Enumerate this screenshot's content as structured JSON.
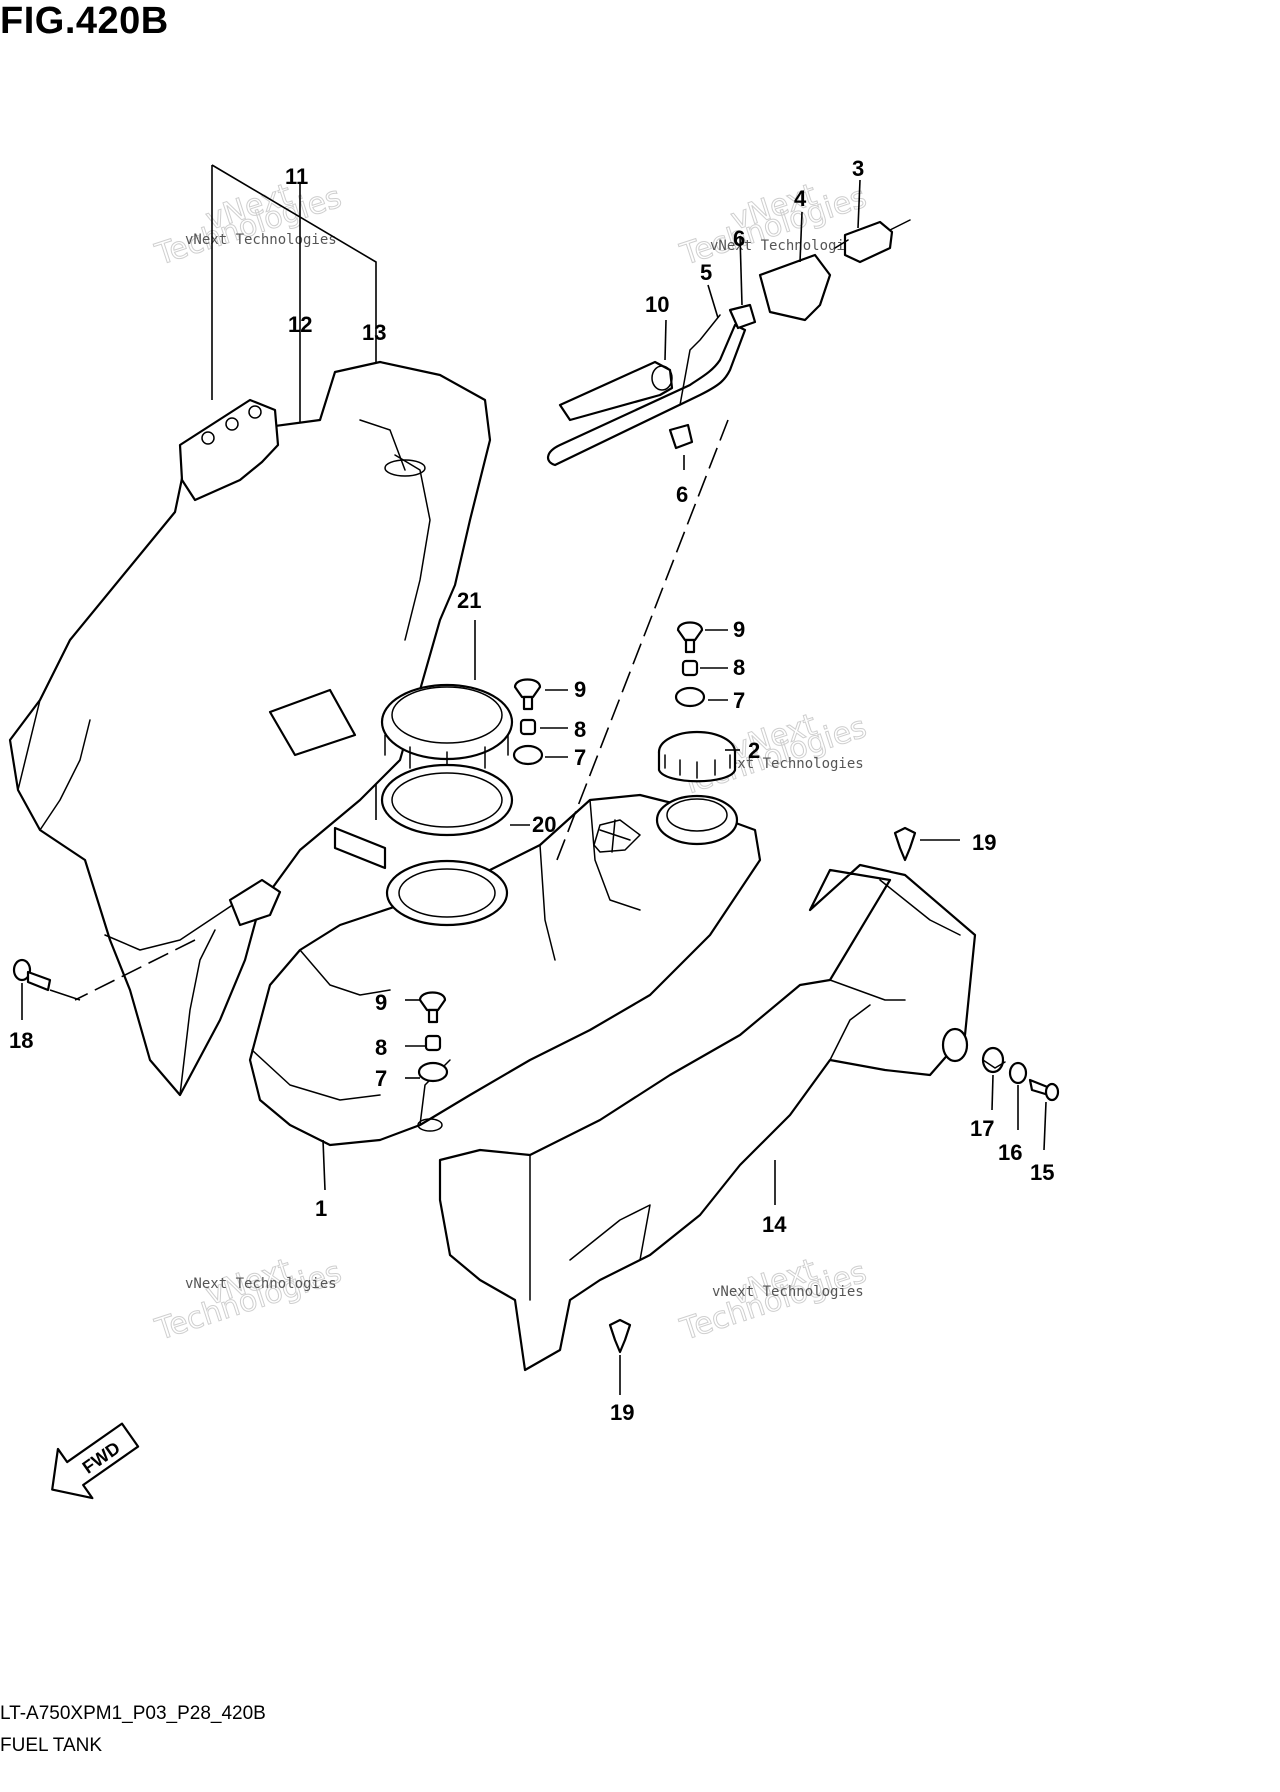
{
  "figure": {
    "title": "FIG.420B",
    "code": "LT-A750XPM1_P03_P28_420B",
    "name": "FUEL TANK"
  },
  "watermark": {
    "line1": "vNext Technologies",
    "line2": "vNext",
    "line3": "Technologies"
  },
  "fwd_label": "FWD",
  "callouts": [
    {
      "id": "c1",
      "label": "1"
    },
    {
      "id": "c2",
      "label": "2"
    },
    {
      "id": "c3",
      "label": "3"
    },
    {
      "id": "c4",
      "label": "4"
    },
    {
      "id": "c5",
      "label": "5"
    },
    {
      "id": "c6a",
      "label": "6"
    },
    {
      "id": "c6b",
      "label": "6"
    },
    {
      "id": "c7a",
      "label": "7"
    },
    {
      "id": "c7b",
      "label": "7"
    },
    {
      "id": "c7c",
      "label": "7"
    },
    {
      "id": "c8a",
      "label": "8"
    },
    {
      "id": "c8b",
      "label": "8"
    },
    {
      "id": "c8c",
      "label": "8"
    },
    {
      "id": "c9a",
      "label": "9"
    },
    {
      "id": "c9b",
      "label": "9"
    },
    {
      "id": "c9c",
      "label": "9"
    },
    {
      "id": "c10",
      "label": "10"
    },
    {
      "id": "c11",
      "label": "11"
    },
    {
      "id": "c12",
      "label": "12"
    },
    {
      "id": "c13",
      "label": "13"
    },
    {
      "id": "c14",
      "label": "14"
    },
    {
      "id": "c15",
      "label": "15"
    },
    {
      "id": "c16",
      "label": "16"
    },
    {
      "id": "c17",
      "label": "17"
    },
    {
      "id": "c18",
      "label": "18"
    },
    {
      "id": "c19a",
      "label": "19"
    },
    {
      "id": "c19b",
      "label": "19"
    },
    {
      "id": "c20",
      "label": "20"
    },
    {
      "id": "c21",
      "label": "21"
    }
  ]
}
